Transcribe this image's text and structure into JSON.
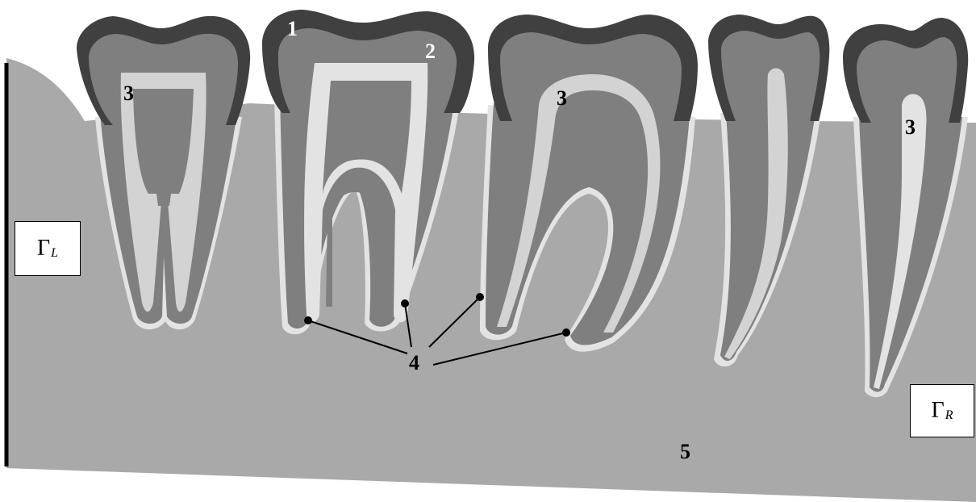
{
  "labels": {
    "enamel": "1",
    "dentin": "2",
    "pulp": "3",
    "pdl": "4",
    "bone": "5"
  },
  "boundaries": {
    "left": {
      "symbol": "Γ",
      "subscript": "L"
    },
    "right": {
      "symbol": "Γ",
      "subscript": "R"
    }
  },
  "colors": {
    "bone": "#a9a9a9",
    "enamel": "#404040",
    "dentin": "#7f7f7f",
    "pulp": "#d3d3d3",
    "pdl": "#e3e3e3",
    "leader": "#000000"
  }
}
